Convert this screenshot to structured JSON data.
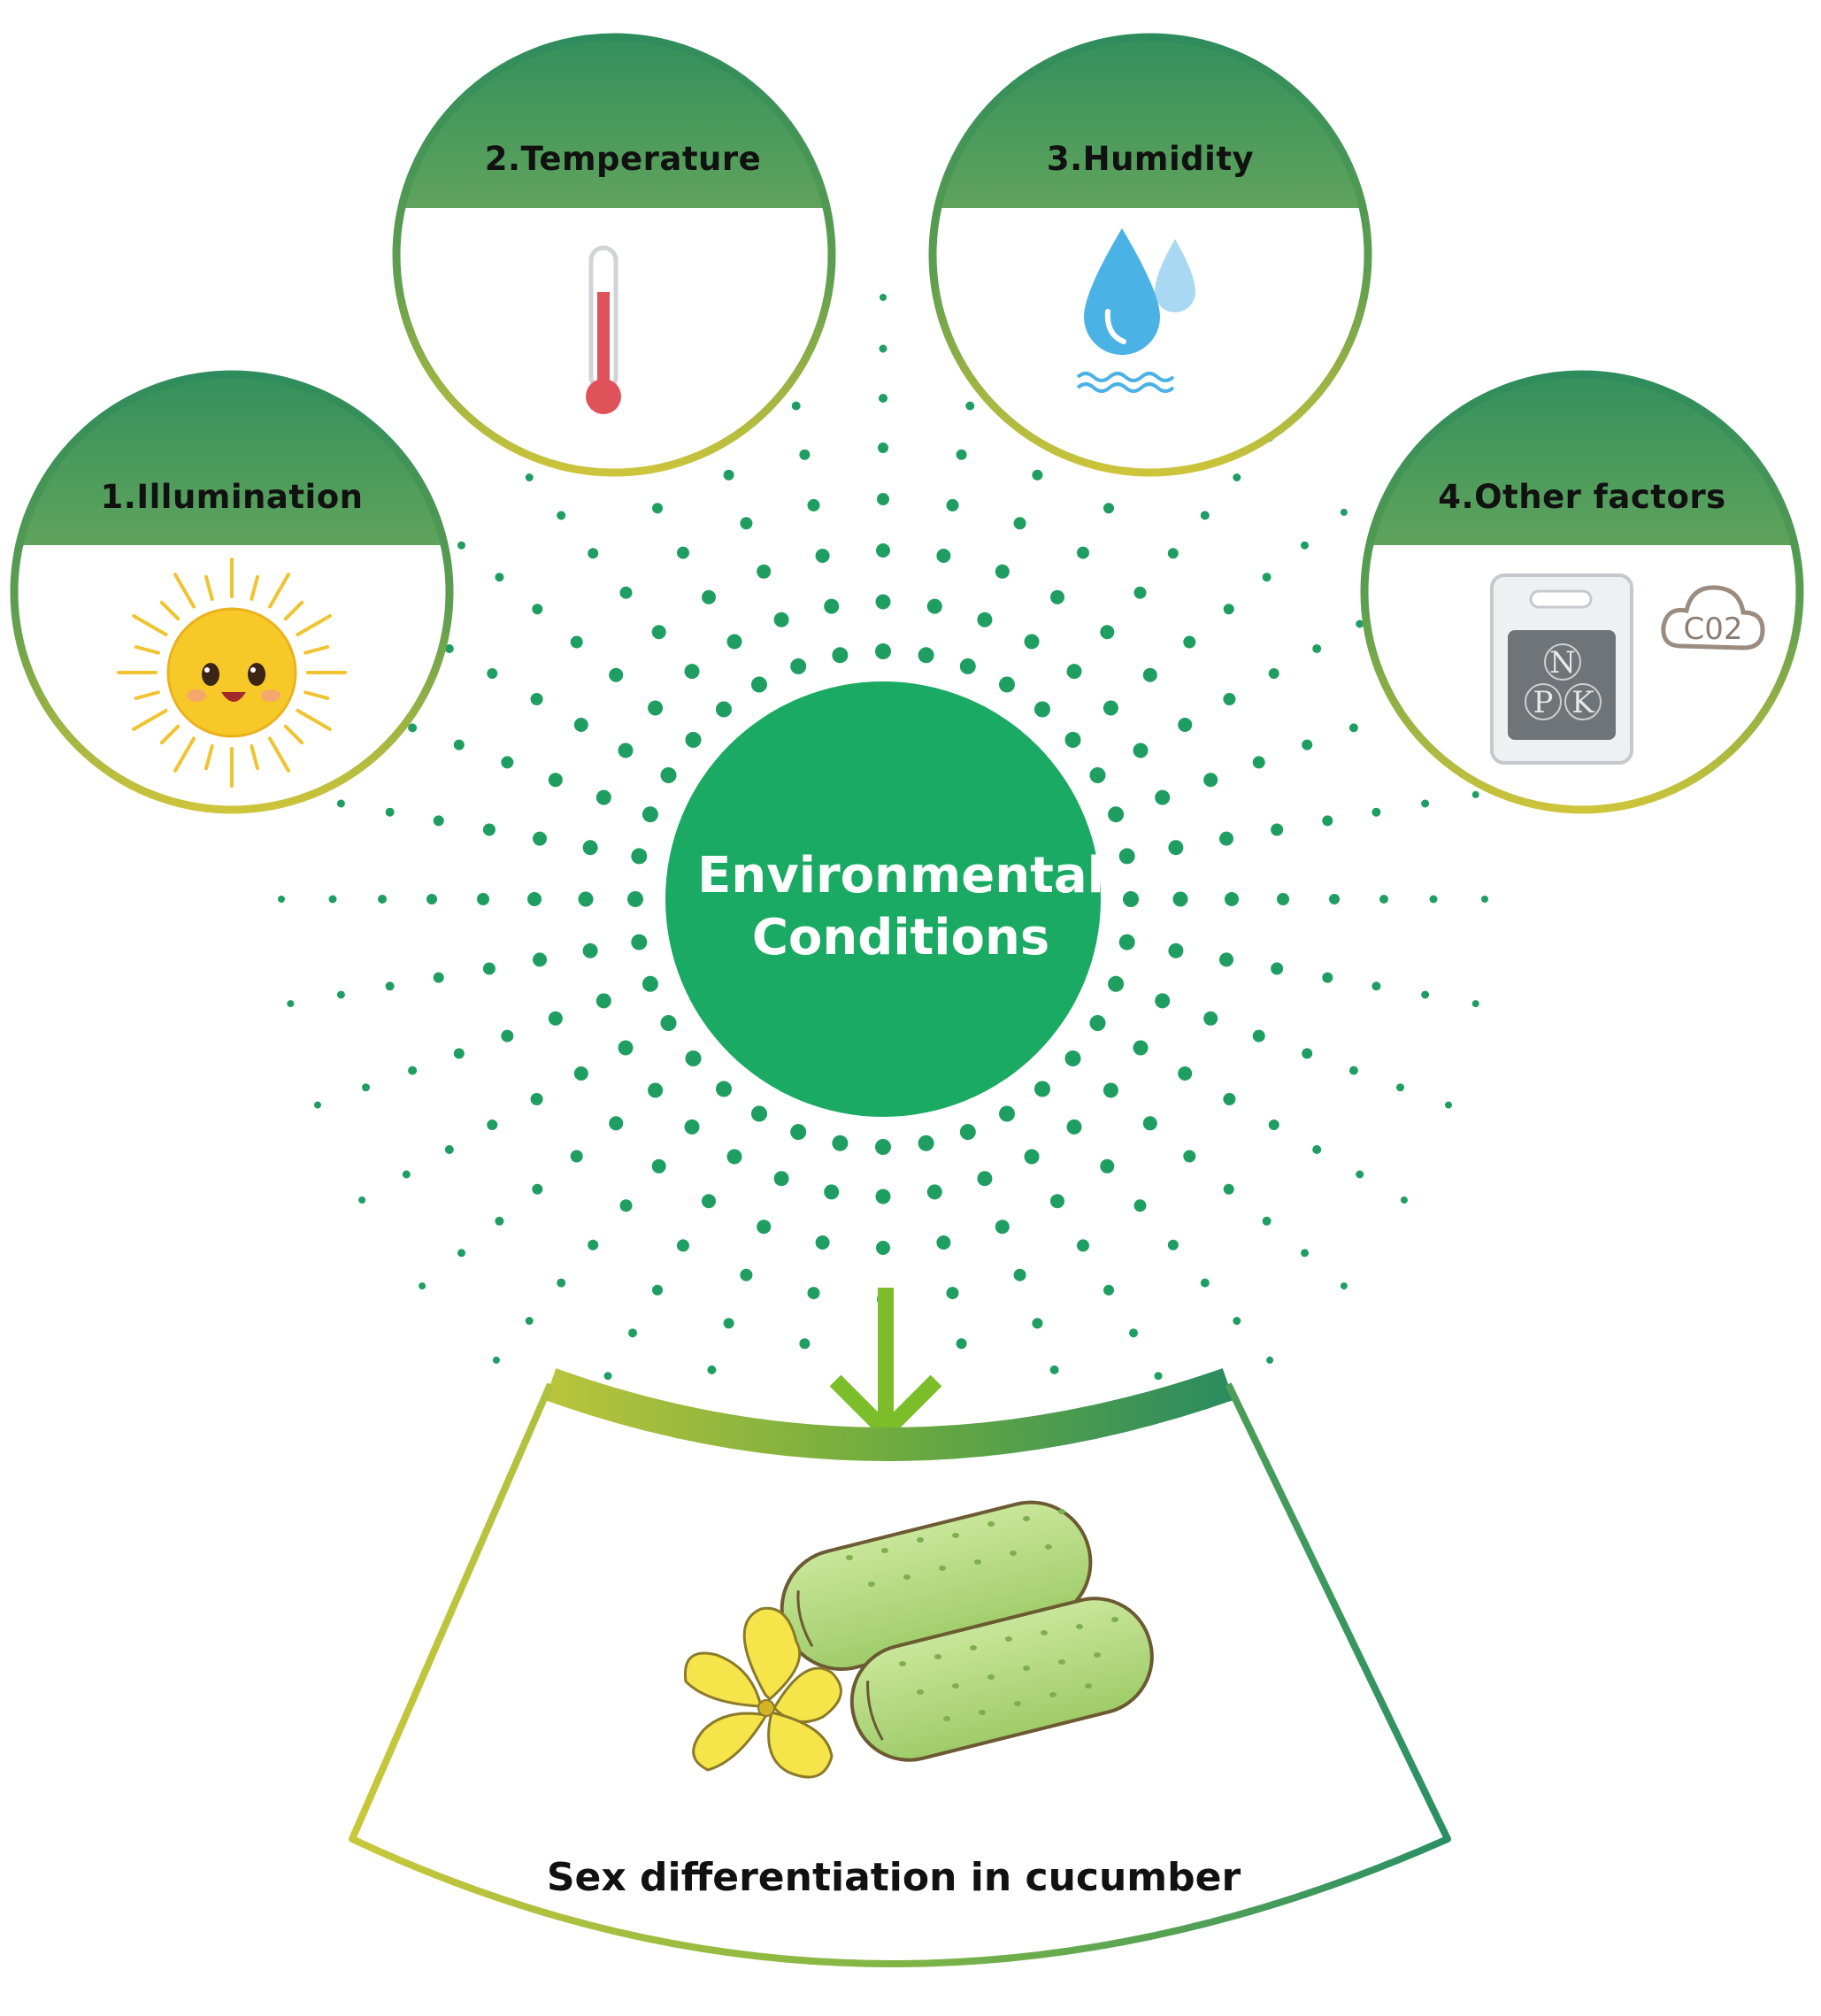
{
  "center": {
    "line1": "Environmental",
    "line2": "Conditions"
  },
  "factors": [
    {
      "label": "1.Illumination",
      "icon": "sun-icon"
    },
    {
      "label": "2.Temperature",
      "icon": "thermometer-icon"
    },
    {
      "label": "3.Humidity",
      "icon": "water-drops-icon"
    },
    {
      "label": "4.Other factors",
      "icon": "npk-fertilizer-co2-icon"
    }
  ],
  "npk": {
    "n": "N",
    "p": "P",
    "k": "K"
  },
  "co2": "C02",
  "outcome": {
    "label": "Sex differentiation in cucumber",
    "icon": "cucumber-flower-icon"
  },
  "colors": {
    "green": "#1aaa63",
    "dark_green": "#2a8a5a",
    "yellow_green": "#c6c83a",
    "arrow": "#7cbd2a"
  }
}
